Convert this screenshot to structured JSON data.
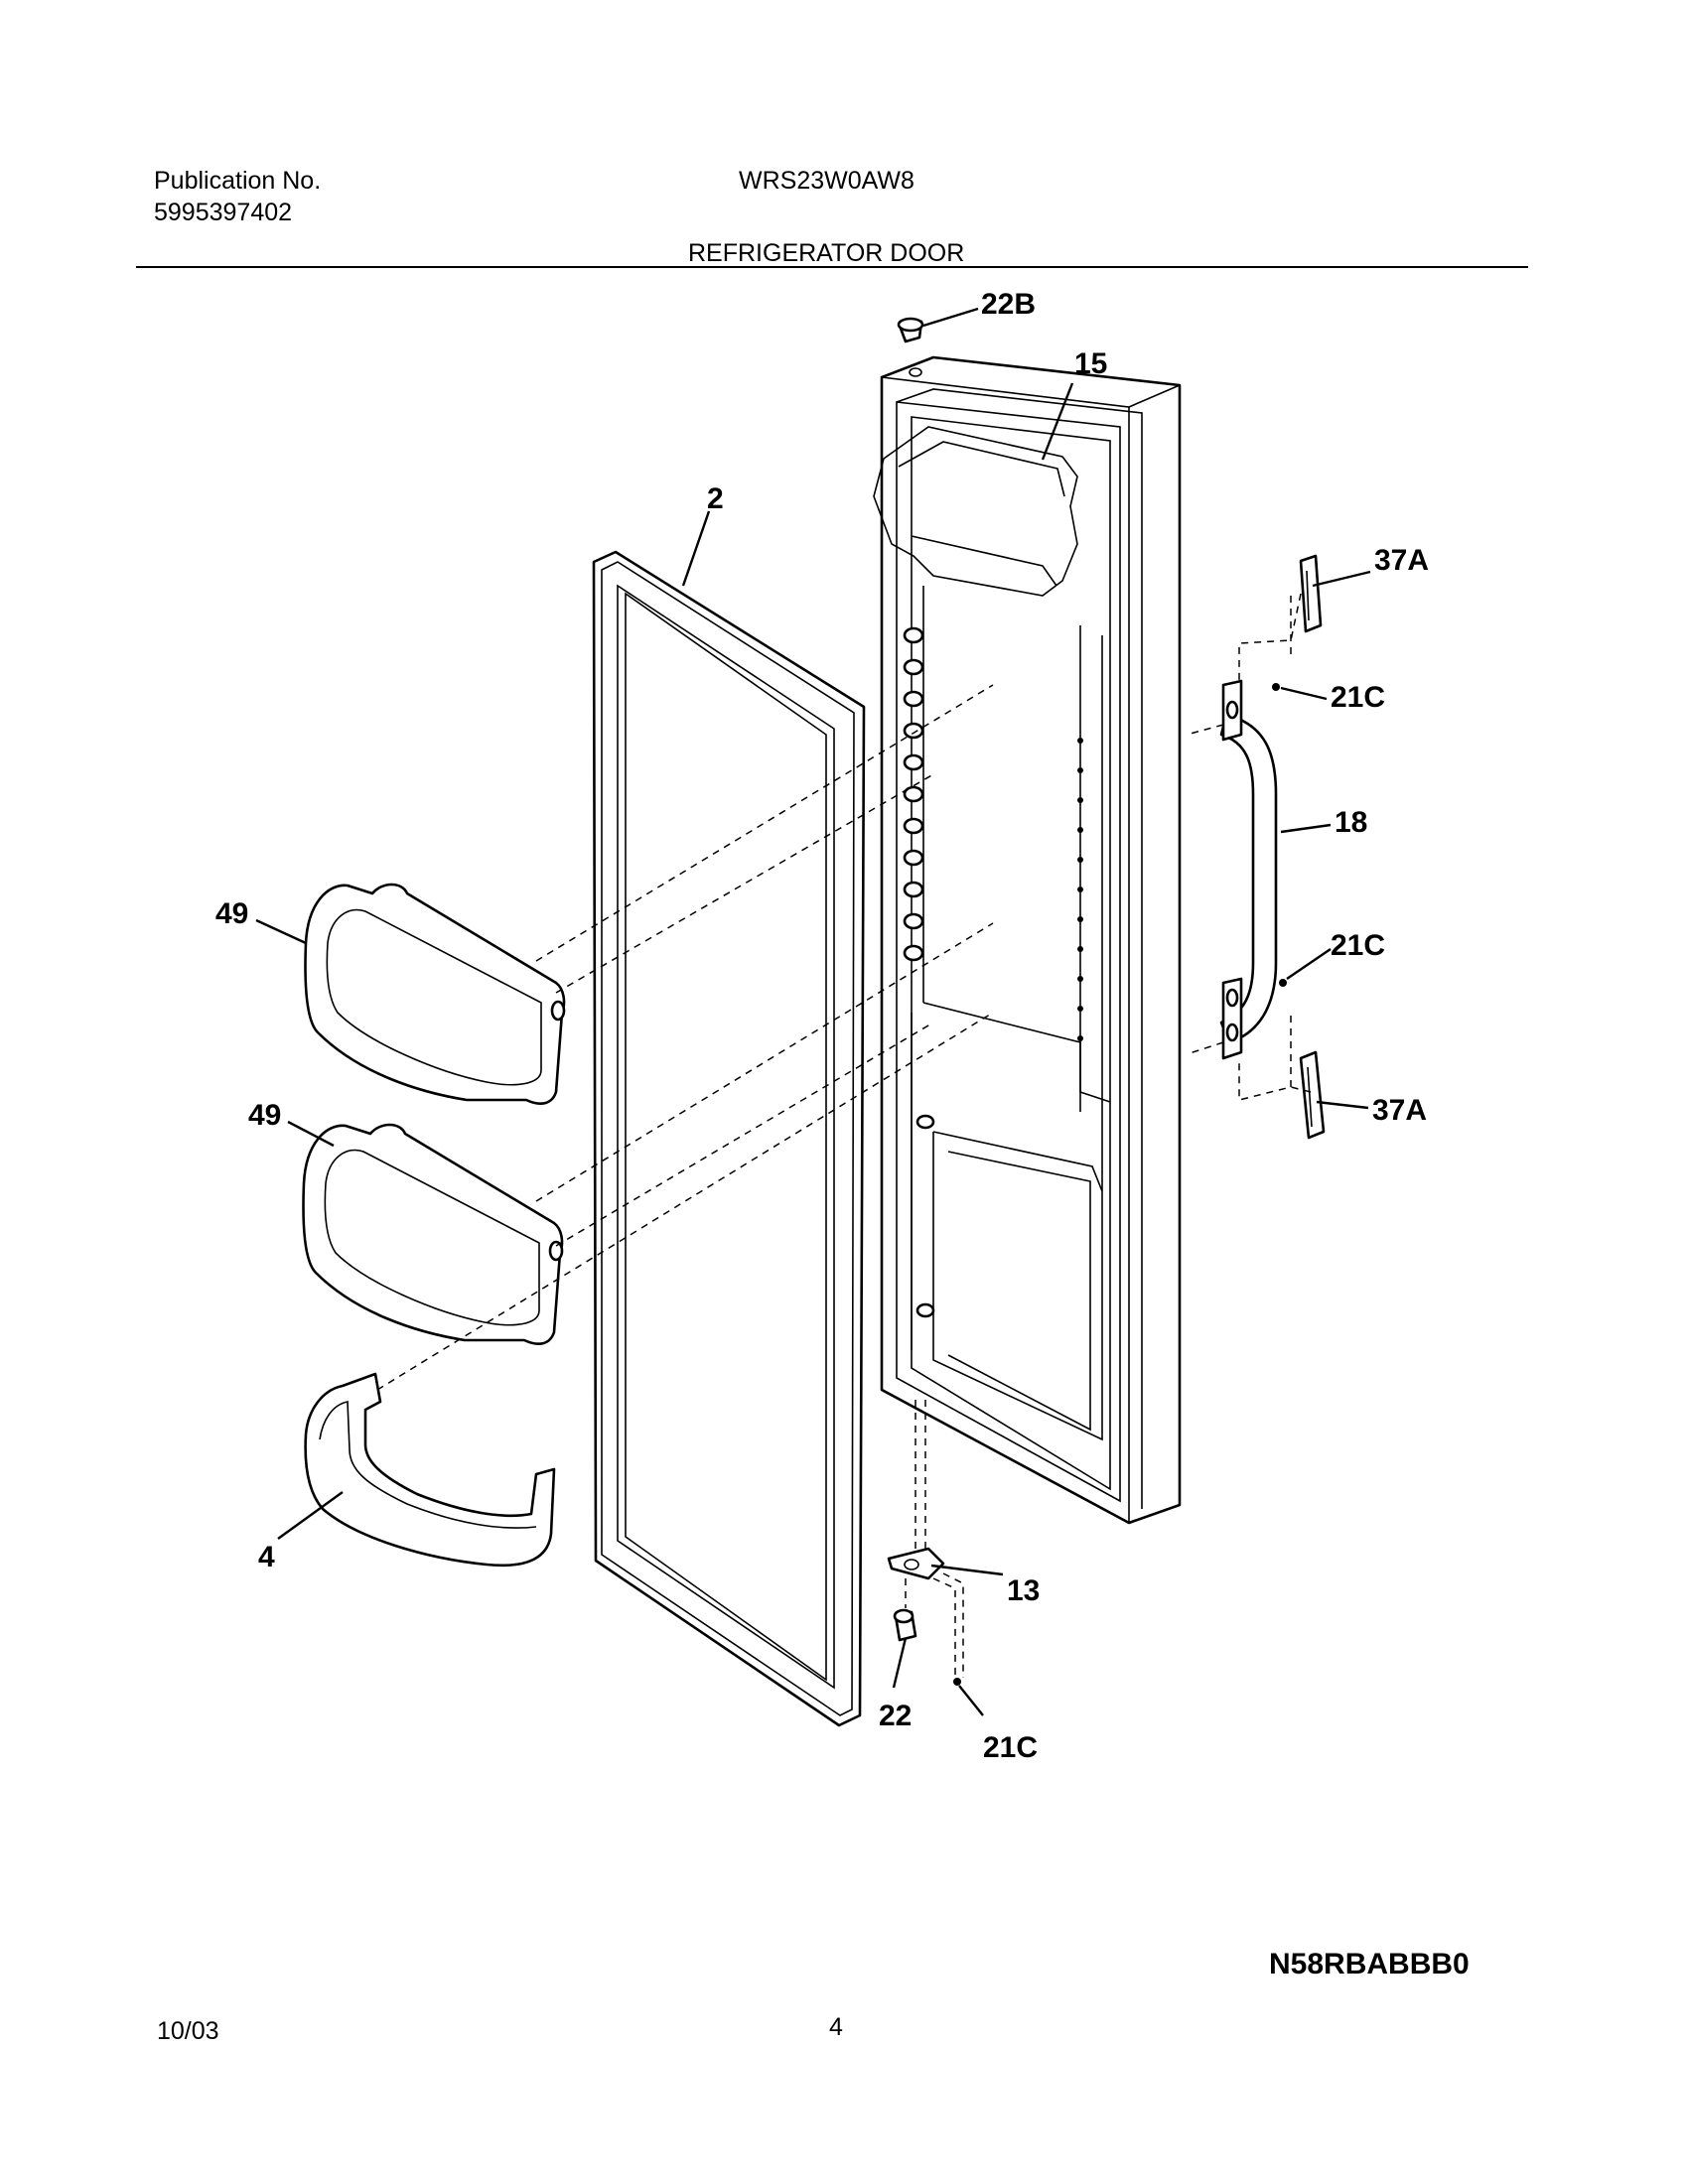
{
  "header": {
    "publication_label": "Publication No.",
    "publication_number": "5995397402",
    "model": "WRS23W0AW8",
    "section_title": "REFRIGERATOR DOOR"
  },
  "callouts": {
    "c22B": "22B",
    "c15": "15",
    "c2": "2",
    "c37A_top": "37A",
    "c21C_top": "21C",
    "c18": "18",
    "c21C_mid": "21C",
    "c37A_bottom": "37A",
    "c49_top": "49",
    "c49_bottom": "49",
    "c4": "4",
    "c13": "13",
    "c22": "22",
    "c21C_bottom": "21C"
  },
  "footer": {
    "diagram_code": "N58RBABBB0",
    "date": "10/03",
    "page_number": "4"
  }
}
